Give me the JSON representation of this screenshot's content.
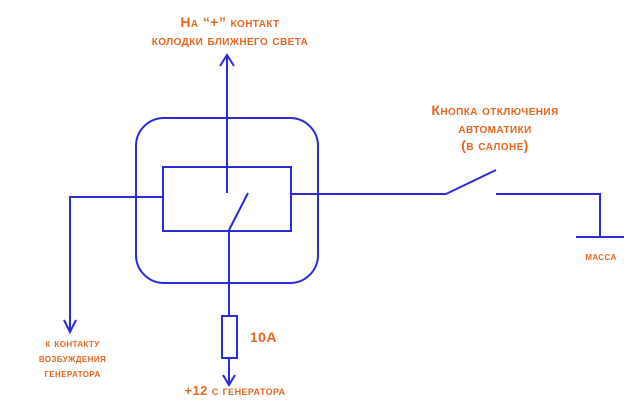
{
  "labels": {
    "top_line1": "На “+” контакт",
    "top_line2": "колодки ближнего света",
    "button_line1": "Кнопка отключения",
    "button_line2": "автоматики",
    "button_line3": "(в салоне)",
    "mass": "масса",
    "excite_line1": "к контакту",
    "excite_line2": "возбуждения",
    "excite_line3": "генератора",
    "fuse": "10А",
    "plus12": "+12 с генератора"
  },
  "colors": {
    "wire": "#2a2ad6",
    "text": "#e8651f",
    "background": "#ffffff"
  }
}
